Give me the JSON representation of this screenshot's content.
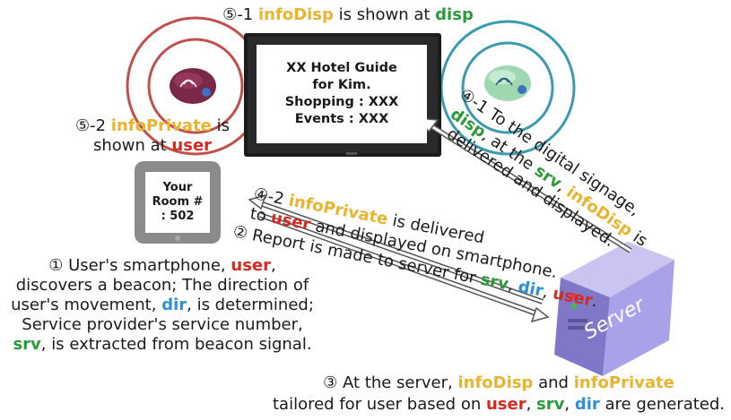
{
  "title": {
    "prefix": "⑤-1 ",
    "kw1": "infoDisp",
    "mid": " is shown at ",
    "kw2": "disp"
  },
  "tv_screen": {
    "line1": "XX Hotel Guide",
    "line2": "for Kim.",
    "line3": "Shopping : XXX",
    "line4": "Events : XXX"
  },
  "user_shown": {
    "prefix": "⑤-2 ",
    "kw1": "infoPrivate",
    "mid": " is",
    "line2_pre": "shown at ",
    "kw2": "user"
  },
  "phone_screen": {
    "line1": "Your",
    "line2": "Room #",
    "line3": ": 502"
  },
  "step4_1": {
    "line1": "④-1 To the digital signage,",
    "line2_kw1": "disp",
    "line2_mid": ", at the ",
    "line2_kw2": "srv",
    "line2_sep": ", ",
    "line2_kw3": "infoDisp",
    "line2_end": " is",
    "line3": "delivered and displayed."
  },
  "step4_2": {
    "prefix": "④-2 ",
    "kw1": "infoPrivate",
    "mid": " is delivered",
    "line2_pre": "to ",
    "kw2": "user",
    "line2_end": " and displayed on smartphone."
  },
  "step2": {
    "line1": "② Report is made to server for ",
    "kw1": "srv",
    "sep1": ", ",
    "kw2": "dir",
    "sep2": ", ",
    "kw3": "user",
    "end": "."
  },
  "step1": {
    "l1_pre": "① User's smartphone, ",
    "l1_kw": "user",
    "l1_end": ",",
    "l2": "discovers a beacon; The direction of",
    "l3_pre": "user's movement, ",
    "l3_kw": "dir",
    "l3_end": ", is determined;",
    "l4": "Service provider's service number,",
    "l5_kw": "srv",
    "l5_end": ", is extracted from beacon signal."
  },
  "step3": {
    "l1_pre": "③ At the server, ",
    "kw1": "infoDisp",
    "l1_mid": " and ",
    "kw2": "infoPrivate",
    "l2_pre": "tailored for user based on ",
    "kw3": "user",
    "sep1": ", ",
    "kw4": "srv",
    "sep2": ", ",
    "kw5": "dir",
    "l2_end": " are generated."
  },
  "server_label": "Server",
  "icons": [
    "beacon-icon-left",
    "beacon-icon-right",
    "tv-icon",
    "smartphone-icon",
    "server-icon"
  ],
  "colors": {
    "infoDisp": "#e8b430",
    "disp": "#2a9a3a",
    "user": "#d42a22",
    "dir": "#2e8fd6",
    "circle_left": "#c0504d",
    "circle_right": "#3a9ab0",
    "server": "#8a7fd0"
  }
}
